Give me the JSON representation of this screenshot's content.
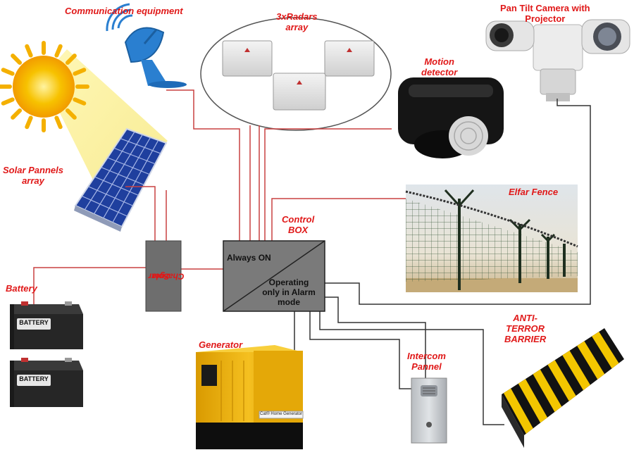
{
  "labels": {
    "communication": "Communication equipment",
    "radars_line1": "3xRadars",
    "radars_line2": "array",
    "pan_tilt_line1": "Pan Tilt Camera with",
    "pan_tilt_line2": "Projector",
    "motion_line1": "Motion",
    "motion_line2": "detector",
    "solar_line1": "Solar Pannels",
    "solar_line2": "array",
    "control_line1": "Control",
    "control_line2": "BOX",
    "elfar_fence": "Elfar Fence",
    "battery": "Battery",
    "solar_charger_line1": "Solar",
    "solar_charger_line2": "Charger",
    "generator": "Generator",
    "intercom_line1": "Intercom",
    "intercom_line2": "Pannel",
    "anti_line1": "ANTI-",
    "anti_line2": "TERROR",
    "anti_line3": "BARRIER"
  },
  "control_box": {
    "always_on": "Always ON",
    "alarm_line1": "Operating",
    "alarm_line2": "only in Alarm",
    "alarm_line3": "mode"
  },
  "device_text": {
    "battery_tag": "BATTERY",
    "generator_plate": "Cat® Home Generator"
  },
  "colors": {
    "label_red": "#e01818",
    "wire_red": "#c84040",
    "wire_dark": "#333333",
    "sun": "#f5b800",
    "panel_blue": "#2a5ccf",
    "charger_grey": "#6e6e6e",
    "control_grey": "#7a7a7a",
    "generator_yellow": "#f0b818",
    "barrier_yellow": "#f3c600"
  }
}
